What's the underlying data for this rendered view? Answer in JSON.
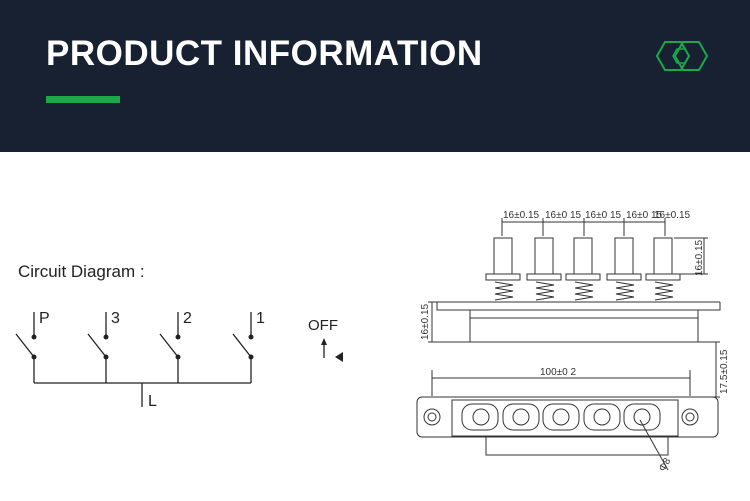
{
  "header": {
    "title": "PRODUCT INFORMATION",
    "accent_color": "#1aa84a",
    "background_color": "#172132",
    "logo_icon": "hexagon-logo-icon"
  },
  "circuit": {
    "label": "Circuit Diagram :",
    "switches": [
      "P",
      "3",
      "2",
      "1"
    ],
    "common_label": "L",
    "off_label": "OFF"
  },
  "drawing": {
    "pitch_dims": [
      "16±0.15",
      "16±0 15",
      "16±0 15",
      "16±0 15",
      "16±0.15"
    ],
    "pin_height_dim": "16±0.15",
    "body_height_dim": "16±0.15",
    "total_height_dim": "17.5±0.15",
    "width_dim": "100±0 2",
    "hole_dim": "Φ8"
  }
}
